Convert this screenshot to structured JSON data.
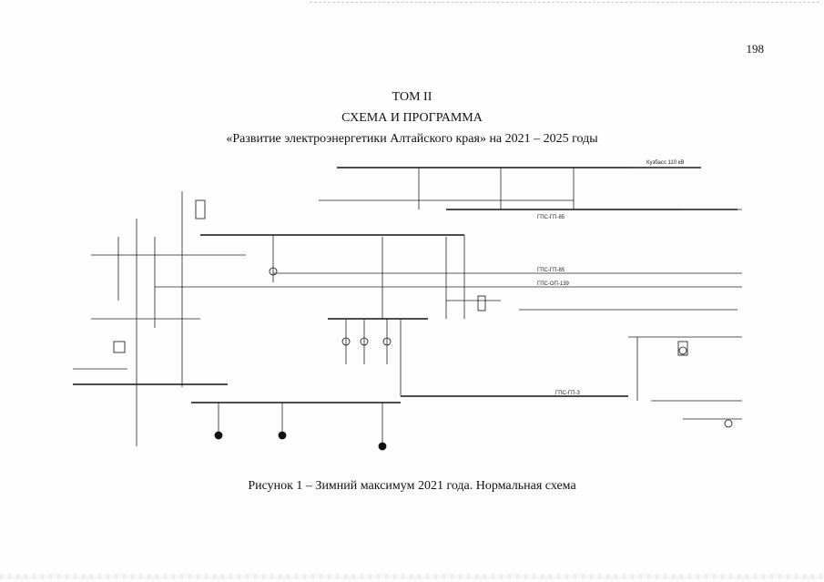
{
  "page": {
    "number": "198"
  },
  "header": {
    "volume": "ТОМ II",
    "title": "СХЕМА И ПРОГРАММА",
    "subtitle": "«Развитие электроэнергетики Алтайского края» на 2021 – 2025 годы"
  },
  "diagram": {
    "labels": {
      "kuzbass": "Кузбасс 110 кВ",
      "gpp1": "ГПС-ГП-85",
      "gpp2": "ГПС-ГП-85",
      "gpp3": "ГПС-ОП-139",
      "gpp4": "ГПС-ГП-3"
    }
  },
  "caption": {
    "text": "Рисунок 1 – Зимний максимум 2021 года. Нормальная схема"
  }
}
